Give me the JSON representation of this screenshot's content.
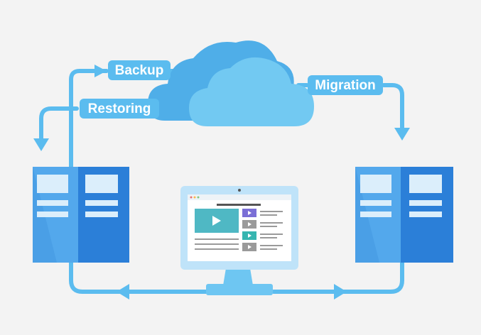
{
  "labels": {
    "backup": "Backup",
    "restoring": "Restoring",
    "migration": "Migration"
  },
  "icons": {
    "cloud": "cloud-icon",
    "left_server": "server-rack-icon",
    "right_server": "server-rack-icon",
    "monitor": "desktop-monitor-icon",
    "video": "play-icon"
  },
  "colors": {
    "background": "#f3f3f3",
    "line": "#5bbcef",
    "label_bg": "#5bbcef",
    "cloud_back": "#4faee8",
    "cloud_front": "#72c9f2",
    "server_light": "#4a9fe6",
    "server_dark": "#2b7fd8",
    "monitor_frame": "#bfe3f9",
    "monitor_stand": "#6ec6f2",
    "video_tile": "#4fb8c4",
    "thumb_purple": "#7b6fd6",
    "thumb_gray": "#9a9a9a",
    "thumb_teal": "#36b5b0"
  }
}
